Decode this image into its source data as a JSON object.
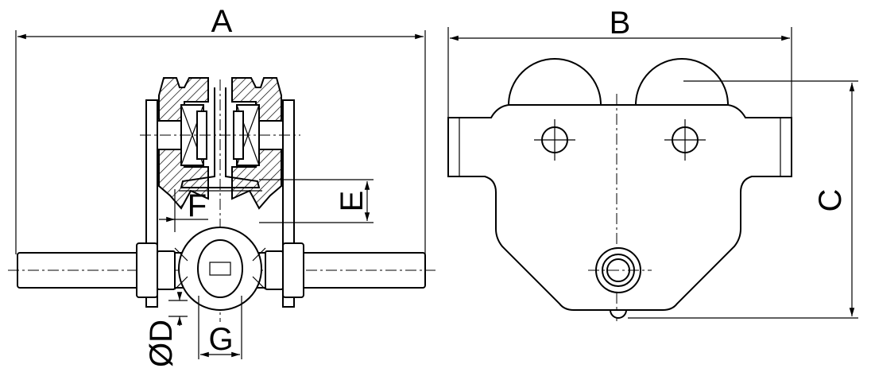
{
  "labels": {
    "a": "A",
    "b": "B",
    "c": "C",
    "d": "ØD",
    "e": "E",
    "f": "F",
    "g": "G"
  },
  "colors": {
    "line": "#000000",
    "background": "#ffffff"
  }
}
